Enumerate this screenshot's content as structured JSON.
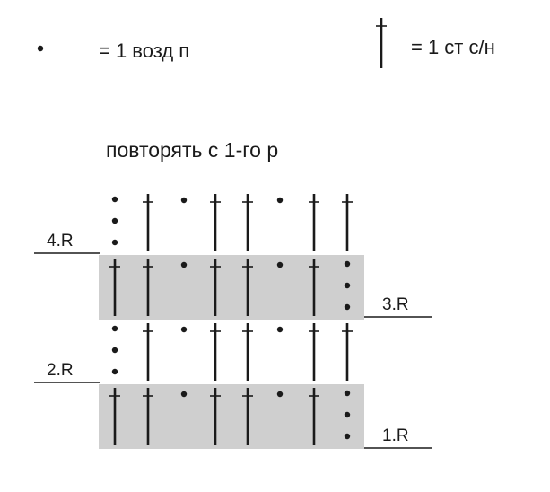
{
  "legend": [
    {
      "symbol": "chain-dot",
      "text": "= 1 возд п"
    },
    {
      "symbol": "double-crochet",
      "text": "= 1 ст с/н"
    }
  ],
  "repeat_note": "повторять с 1-го р",
  "rows": [
    {
      "label": "4.R",
      "shaded": false,
      "label_side": "left",
      "stitches": [
        "turning-chain",
        "double-crochet",
        "chain",
        "double-crochet",
        "double-crochet",
        "chain",
        "double-crochet",
        "double-crochet"
      ]
    },
    {
      "label": "3.R",
      "shaded": true,
      "label_side": "right",
      "stitches": [
        "double-crochet",
        "double-crochet",
        "chain",
        "double-crochet",
        "double-crochet",
        "chain",
        "double-crochet",
        "turning-chain"
      ]
    },
    {
      "label": "2.R",
      "shaded": false,
      "label_side": "left",
      "stitches": [
        "turning-chain",
        "double-crochet",
        "chain",
        "double-crochet",
        "double-crochet",
        "chain",
        "double-crochet",
        "double-crochet"
      ]
    },
    {
      "label": "1.R",
      "shaded": true,
      "label_side": "right",
      "stitches": [
        "double-crochet",
        "double-crochet",
        "chain",
        "double-crochet",
        "double-crochet",
        "chain",
        "double-crochet",
        "turning-chain"
      ]
    }
  ],
  "colors": {
    "ink": "#1a1a1a",
    "band": "#cfcfcf",
    "background": "#ffffff"
  }
}
